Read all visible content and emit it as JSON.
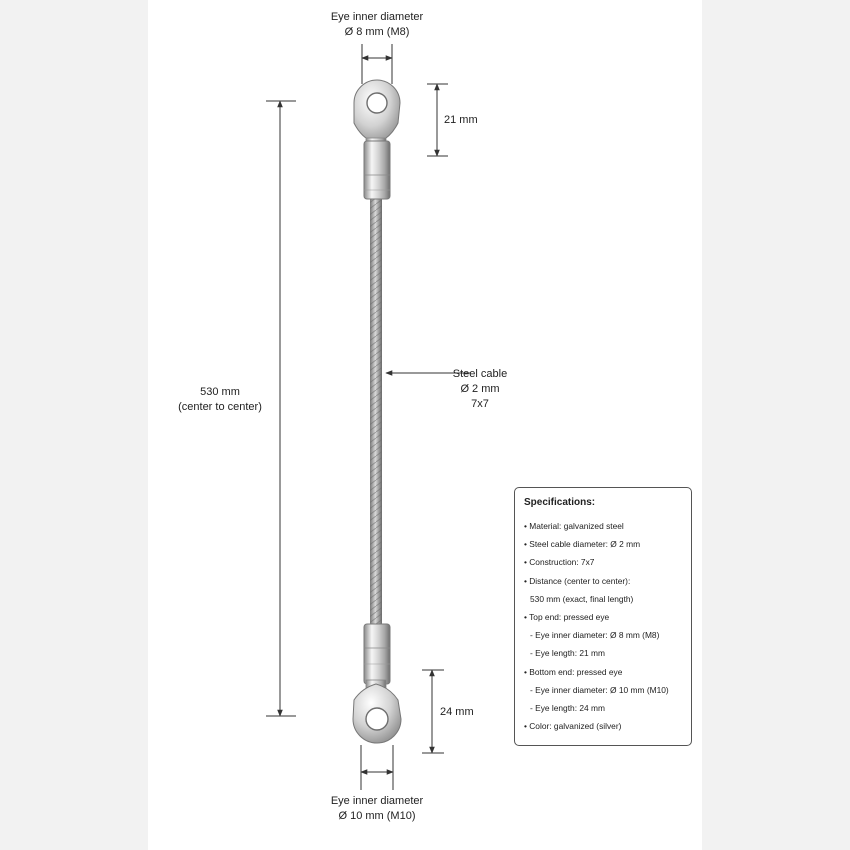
{
  "labels": {
    "top_eye_title": "Eye inner diameter",
    "top_eye_value": "Ø 8 mm (M8)",
    "top_eye_length": "21 mm",
    "distance_value": "530 mm",
    "distance_note": "(center to center)",
    "cable_title": "Steel cable",
    "cable_diameter": "Ø 2 mm",
    "cable_construction": "7x7",
    "bottom_eye_length": "24 mm",
    "bottom_eye_title": "Eye inner diameter",
    "bottom_eye_value": "Ø 10 mm (M10)"
  },
  "specs": {
    "title": "Specifications:",
    "items": [
      "• Material: galvanized steel",
      "• Steel cable diameter: Ø 2 mm",
      "• Construction: 7x7",
      "• Distance (center to center):",
      "530 mm (exact, final length)",
      "• Top end: pressed eye",
      "- Eye inner diameter: Ø 8 mm (M8)",
      "- Eye length: 21 mm",
      "• Bottom end: pressed eye",
      "- Eye inner diameter: Ø 10 mm (M10)",
      "- Eye length: 24 mm",
      "• Color: galvanized (silver)"
    ]
  },
  "colors": {
    "metal_light": "#f4f4f4",
    "metal_dark": "#8c8c8c",
    "dimension_line": "#333333"
  }
}
